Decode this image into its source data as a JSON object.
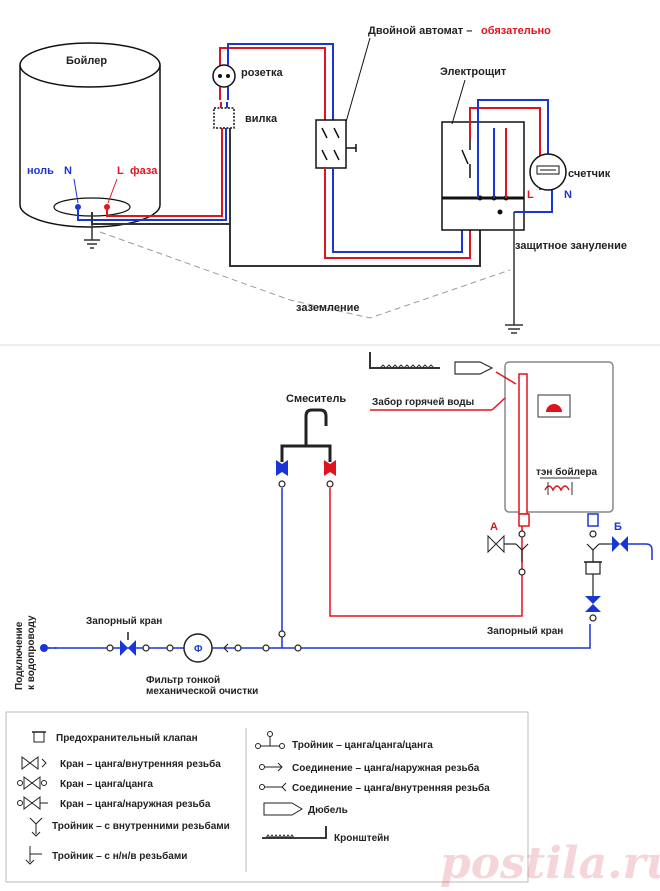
{
  "top": {
    "boiler": "Бойлер",
    "neutral_label": "ноль",
    "neutral_letter": "N",
    "phase_letter": "L",
    "phase_label": "фаза",
    "socket": "розетка",
    "plug": "вилка",
    "breaker_title": "Двойной автомат –",
    "breaker_note": "обязательно",
    "panel": "Электрощит",
    "meter": "счетчик",
    "meter_l": "L",
    "meter_n": "N",
    "protective": "защитное зануление",
    "ground": "заземление"
  },
  "bottom": {
    "mixer": "Смеситель",
    "hot_intake": "Забор горячей воды",
    "heater": "тэн бойлера",
    "point_a": "А",
    "point_b": "Б",
    "valve_left": "Запорный кран",
    "valve_right": "Запорный кран",
    "filter_symbol": "Ф",
    "filter_line1": "Фильтр тонкой",
    "filter_line2": "механической очистки",
    "supply_line1": "Подключение",
    "supply_line2": "к водопроводу"
  },
  "legend": {
    "left": [
      "Предохранительный клапан",
      "Кран – цанга/внутренняя резьба",
      "Кран – цанга/цанга",
      "Кран – цанга/наружная резьба",
      "Тройник – с внутренними резьбами",
      "Тройник – с н/н/в резьбами"
    ],
    "right": [
      "Тройник – цанга/цанга/цанга",
      "Соединение – цанга/наружная резьба",
      "Соединение – цанга/внутренняя резьба",
      "Дюбель",
      "Кронштейн"
    ]
  },
  "watermark": "postila.ru",
  "colors": {
    "phase": "#e0141e",
    "neutral": "#1a35d6",
    "earth": "#333333"
  }
}
